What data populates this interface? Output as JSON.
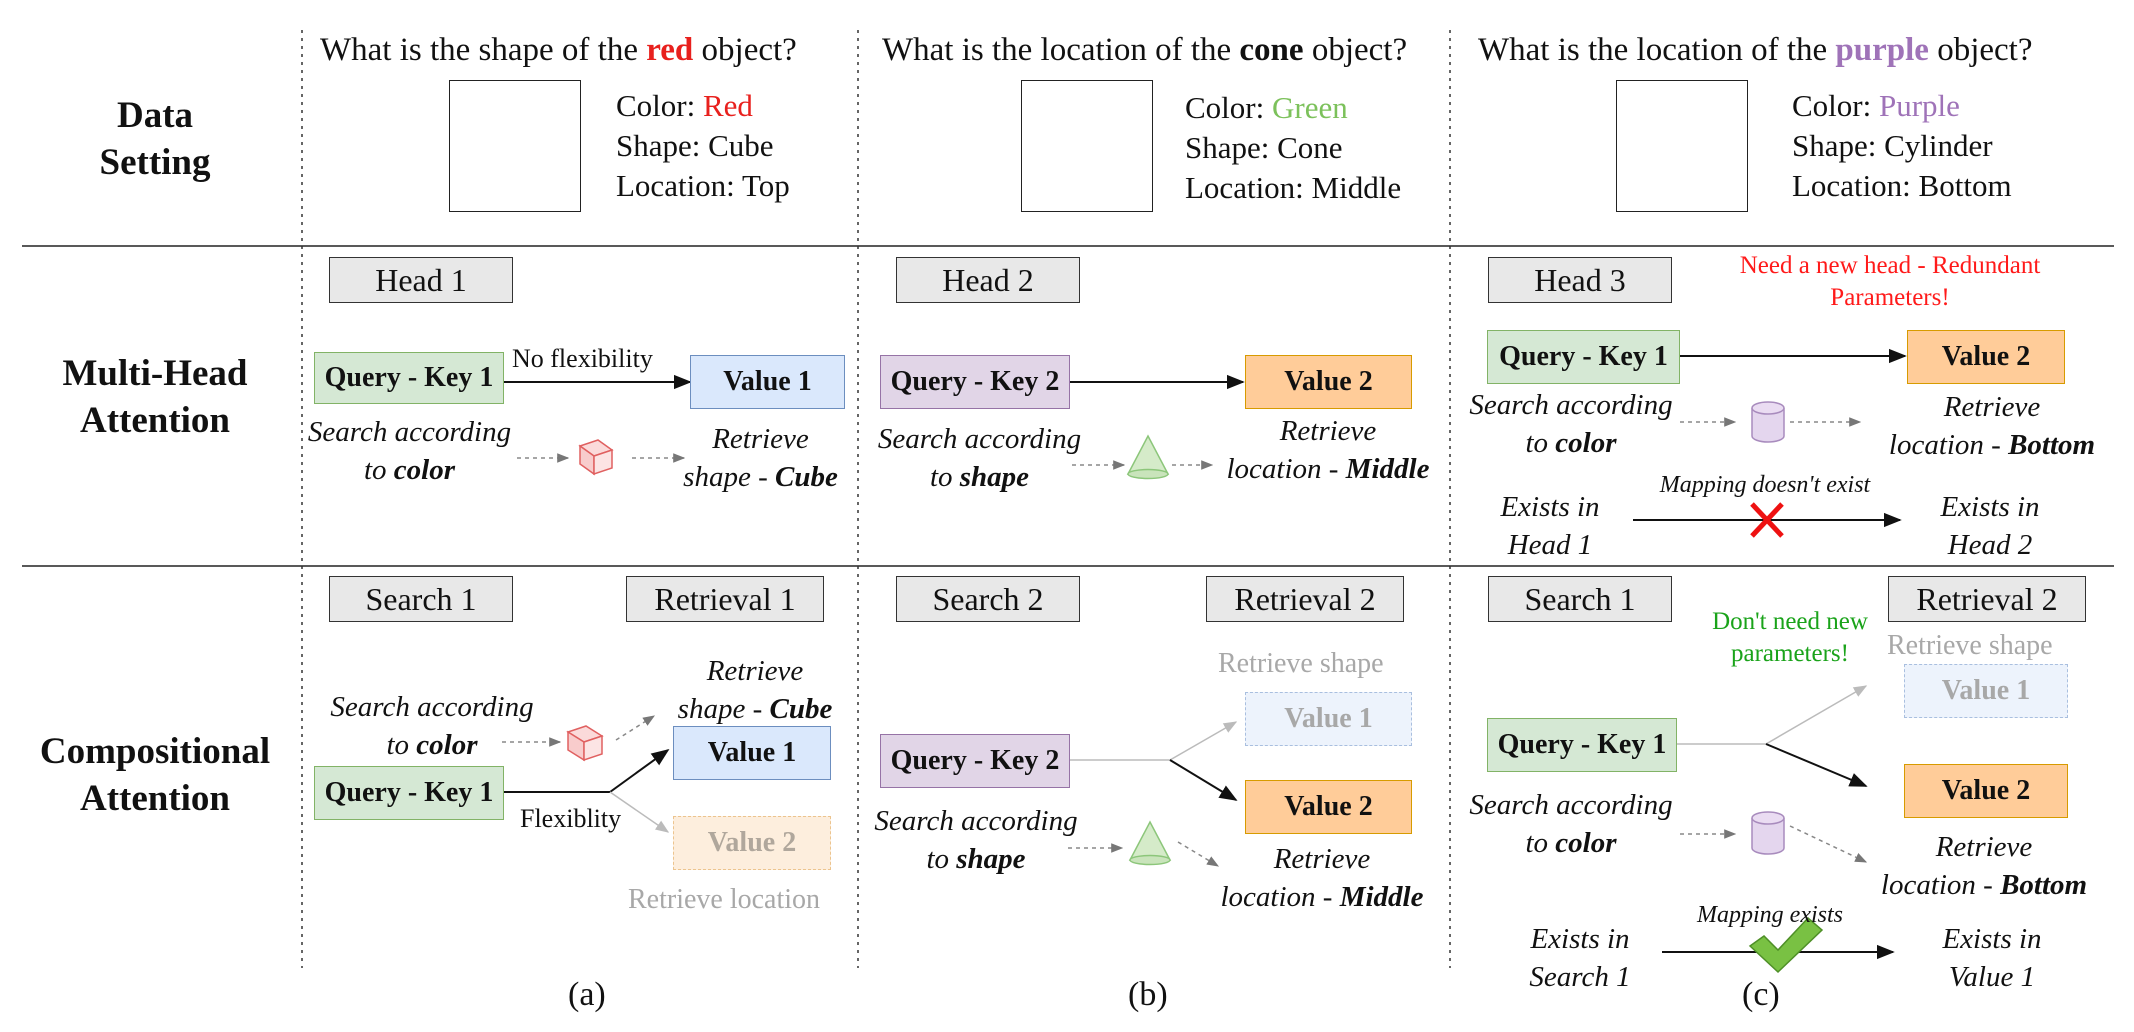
{
  "row_labels": {
    "data_setting": [
      "Data",
      "Setting"
    ],
    "multi_head": [
      "Multi-Head",
      "Attention"
    ],
    "compositional": [
      "Compositional",
      "Attention"
    ]
  },
  "colors": {
    "red": "#e8201d",
    "green": "#7cc15b",
    "purple": "#9f73b8",
    "alert": "#ff1a1a",
    "ok": "#1aa31a"
  },
  "panels": {
    "a": {
      "question": {
        "before": "What is the shape of the ",
        "keyword": "red",
        "after": " object?"
      },
      "attrs": {
        "color_label": "Color: ",
        "color_value": "Red",
        "shape": "Shape: Cube",
        "location": "Location: Top"
      },
      "mha": {
        "head": "Head 1",
        "query": "Query - Key 1",
        "value": "Value 1",
        "arrow_label": "No flexibility",
        "search_line1": "Search according",
        "search_prefix": "to ",
        "search_bold": "color",
        "retrieve_line1": "Retrieve",
        "retrieve_prefix": "shape - ",
        "retrieve_bold": "Cube"
      },
      "comp": {
        "search_hdr": "Search 1",
        "retrieval_hdr": "Retrieval 1",
        "query": "Query - Key 1",
        "value_active": "Value 1",
        "value_faded": "Value 2",
        "flex_label": "Flexiblity",
        "search_line1": "Search according",
        "search_prefix": "to ",
        "search_bold": "color",
        "retrieve_line1": "Retrieve",
        "retrieve_prefix": "shape - ",
        "retrieve_bold": "Cube",
        "faded_label": "Retrieve location"
      },
      "caption": "(a)"
    },
    "b": {
      "question": {
        "before": "What is the location of the ",
        "keyword": "cone",
        "after": " object?"
      },
      "attrs": {
        "color_label": "Color: ",
        "color_value": "Green",
        "shape": "Shape: Cone",
        "location": "Location: Middle"
      },
      "mha": {
        "head": "Head 2",
        "query": "Query - Key 2",
        "value": "Value 2",
        "search_line1": "Search according",
        "search_prefix": "to ",
        "search_bold": "shape",
        "retrieve_line1": "Retrieve",
        "retrieve_prefix": "location - ",
        "retrieve_bold": "Middle"
      },
      "comp": {
        "search_hdr": "Search 2",
        "retrieval_hdr": "Retrieval 2",
        "query": "Query - Key 2",
        "value_faded": "Value 1",
        "value_active": "Value 2",
        "faded_label": "Retrieve shape",
        "search_line1": "Search according",
        "search_prefix": "to ",
        "search_bold": "shape",
        "retrieve_line1": "Retrieve",
        "retrieve_prefix": "location - ",
        "retrieve_bold": "Middle"
      },
      "caption": "(b)"
    },
    "c": {
      "question": {
        "before": "What is the location of the ",
        "keyword": "purple",
        "after": " object?"
      },
      "attrs": {
        "color_label": "Color: ",
        "color_value": "Purple",
        "shape": "Shape: Cylinder",
        "location": "Location: Bottom"
      },
      "mha": {
        "head": "Head 3",
        "query": "Query - Key 1",
        "value": "Value 2",
        "note": [
          "Need a new head - Redundant",
          "Parameters!"
        ],
        "search_line1": "Search according",
        "search_prefix": "to ",
        "search_bold": "color",
        "retrieve_line1": "Retrieve",
        "retrieve_prefix": "location - ",
        "retrieve_bold": "Bottom",
        "exists_left": [
          "Exists in",
          "Head 1"
        ],
        "mapping": "Mapping doesn't exist",
        "exists_right": [
          "Exists in",
          "Head 2"
        ]
      },
      "comp": {
        "search_hdr": "Search 1",
        "retrieval_hdr": "Retrieval 2",
        "note": [
          "Don't need new",
          "parameters!"
        ],
        "query": "Query - Key 1",
        "value_faded": "Value 1",
        "value_active": "Value 2",
        "faded_label": "Retrieve shape",
        "search_line1": "Search according",
        "search_prefix": "to ",
        "search_bold": "color",
        "retrieve_line1": "Retrieve",
        "retrieve_prefix": "location - ",
        "retrieve_bold": "Bottom",
        "exists_left": [
          "Exists in",
          "Search 1"
        ],
        "mapping": "Mapping exists",
        "exists_right": [
          "Exists in",
          "Value 1"
        ]
      },
      "caption": "(c)"
    }
  }
}
